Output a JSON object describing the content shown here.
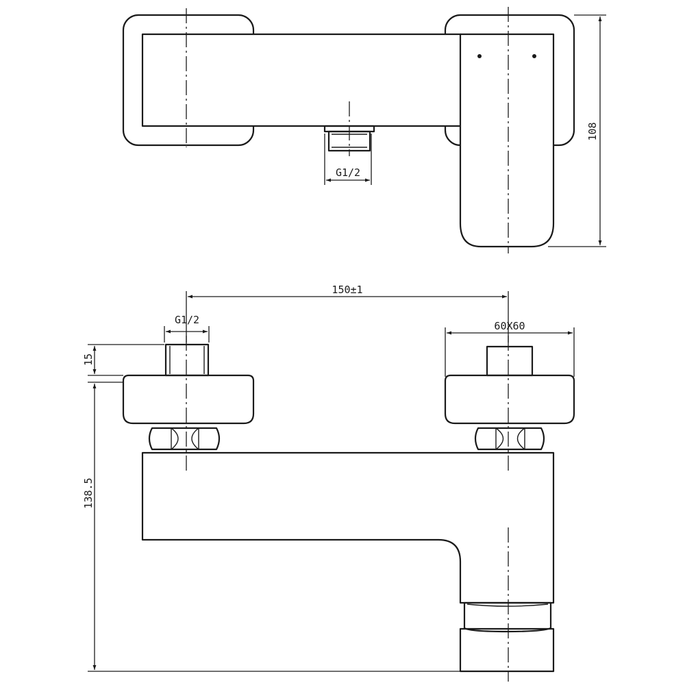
{
  "top_view": {
    "dimensions": {
      "outlet_thread": "G1/2",
      "overall_depth": "108"
    }
  },
  "front_view": {
    "dimensions": {
      "center_distance": "150±1",
      "inlet_thread": "G1/2",
      "escutcheon_size": "60X60",
      "thread_length": "15",
      "overall_height": "138.5"
    }
  }
}
